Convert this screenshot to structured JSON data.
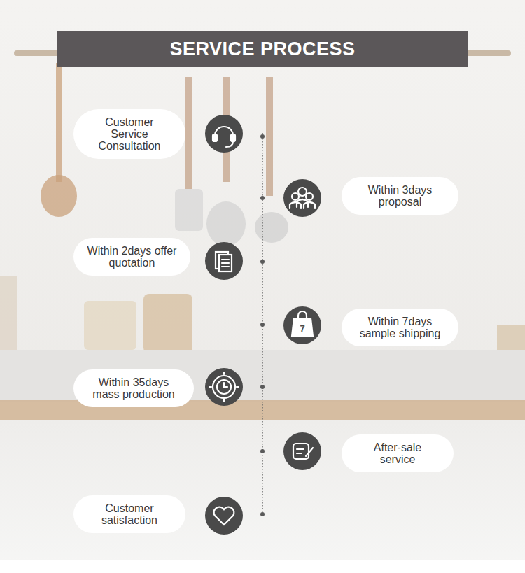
{
  "diagram": {
    "title": "SERVICE PROCESS",
    "nodes": [
      {
        "text": [
          "Customer Service Consultation"
        ]
      },
      {
        "text": [
          "Within 3days proposal"
        ]
      },
      {
        "text": [
          "Within 2days offer quotation"
        ]
      },
      {
        "text": [
          "Within 7days sample shipping"
        ]
      },
      {
        "text": [
          "Within 35days mass production"
        ]
      },
      {
        "text": [
          "After-sale service"
        ]
      },
      {
        "text": [
          "Customer satisfaction"
        ]
      }
    ],
    "labels": [
      "7"
    ]
  }
}
